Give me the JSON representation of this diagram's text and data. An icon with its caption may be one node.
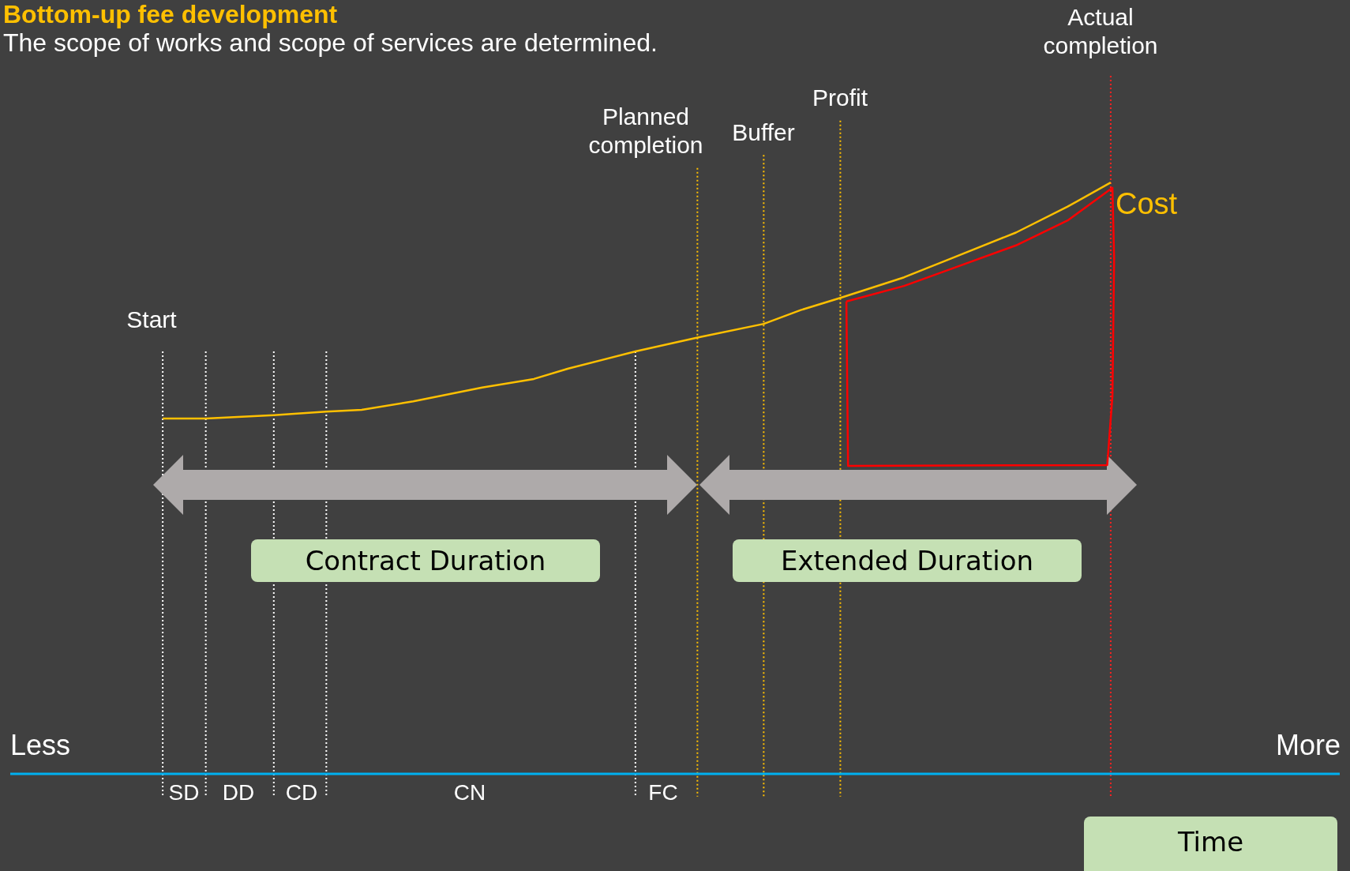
{
  "diagram": {
    "title": "Bottom-up fee development",
    "nodes": [
      {
        "text": [
          "Contract Duration"
        ]
      },
      {
        "text": [
          "Extended Duration"
        ]
      },
      {
        "text": [
          "Time"
        ]
      }
    ],
    "labels": [
      "The scope of works and scope of services are determined.",
      "Actual completion",
      "Profit",
      "Planned completion",
      "Buffer",
      "Cost",
      "Start",
      "Less",
      "More",
      "SD",
      "DD",
      "CD",
      "CN",
      "FC"
    ]
  }
}
